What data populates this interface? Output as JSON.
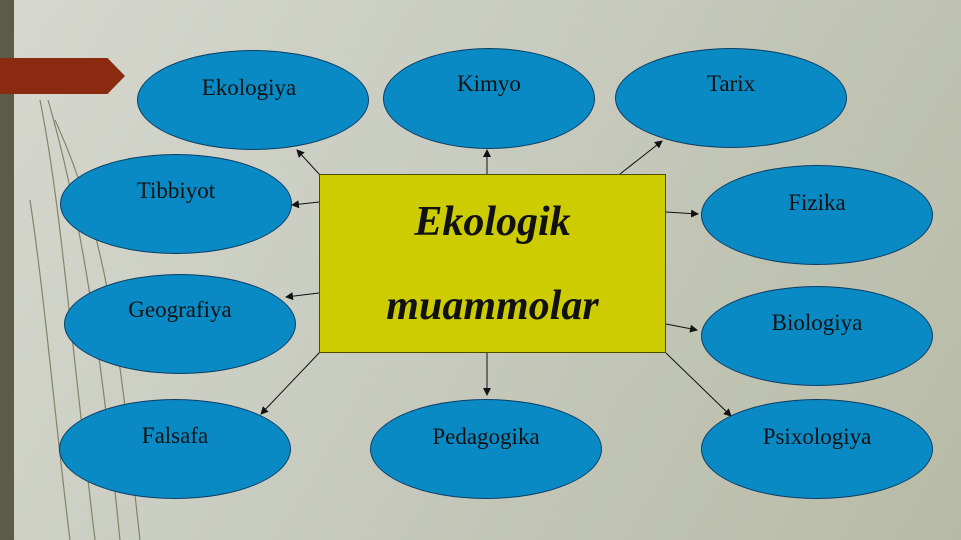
{
  "diagram": {
    "center": {
      "line1": "Ekologik",
      "line2": "muammolar"
    },
    "nodes": {
      "ekologiya": "Ekologiya",
      "kimyo": "Kimyo",
      "tarix": "Tarix",
      "tibbiyot": "Tibbiyot",
      "fizika": "Fizika",
      "geografiya": "Geografiya",
      "biologiya": "Biologiya",
      "falsafa": "Falsafa",
      "pedagogika": "Pedagogika",
      "psixologiya": "Psixologiya"
    }
  },
  "colors": {
    "center_fill": "#cccc00",
    "node_fill": "#0a8ac4",
    "tab": "#8a2a10",
    "left_bar": "#5c5b47"
  }
}
